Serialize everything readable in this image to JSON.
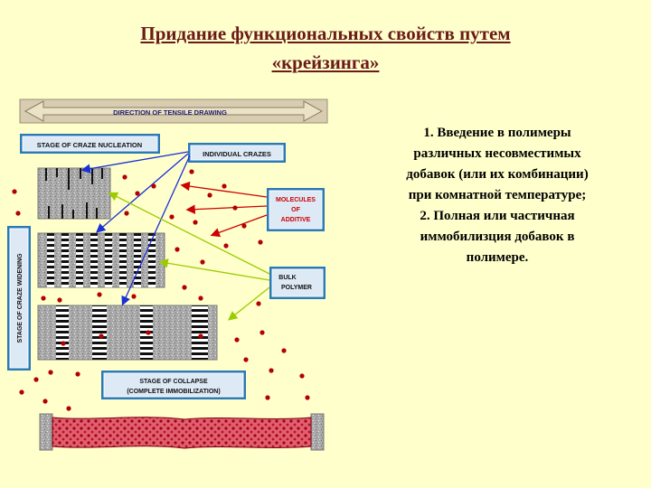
{
  "title": {
    "line1": "Придание функциональных свойств путем",
    "line2": "«крейзинга»"
  },
  "body": {
    "line1": "1. Введение в полимеры",
    "line2": "различных несовместимых",
    "line3": "добавок (или их комбинации)",
    "line4": "при комнатной  температуре;",
    "line5": "2. Полная или частичная",
    "line6": "иммобилизция добавок в",
    "line7": "полимере."
  },
  "diagram": {
    "direction_label": "DIRECTION OF TENSILE DRAWING",
    "stage_nucleation": "STAGE OF CRAZE NUCLEATION",
    "individual_crazes": "INDIVIDUAL CRAZES",
    "molecules_line1": "MOLECULES",
    "molecules_line2": "OF",
    "molecules_line3": "ADDITIVE",
    "bulk_line1": "BULK",
    "bulk_line2": "POLYMER",
    "stage_widening": "STAGE OF CRAZE WIDENING",
    "collapse_line1": "STAGE OF COLLAPSE",
    "collapse_line2": "(COMPLETE IMMOBILIZATION)",
    "colors": {
      "title": "#6b1a1a",
      "background": "#ffffcc",
      "dot": "#b30000",
      "label_border": "#2a7ab8",
      "molecules_text": "#cc0000",
      "arrow_blue": "#1a2fd6",
      "arrow_red": "#cc0000",
      "arrow_green": "#9bcc00"
    }
  }
}
